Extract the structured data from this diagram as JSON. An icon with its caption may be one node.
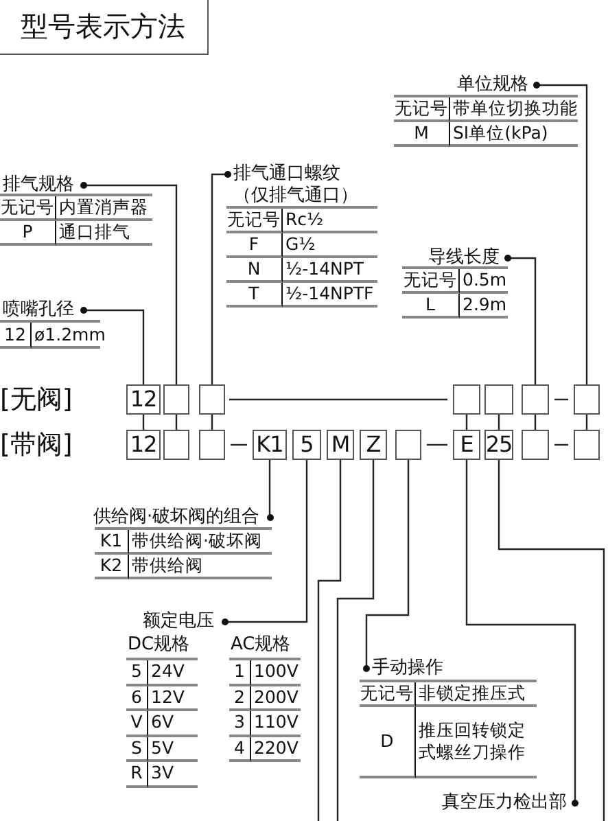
{
  "diagram": {
    "nodes": [
      {
        "text": [
          "型号表示方法"
        ]
      },
      {
        "text": [
          "单位规格"
        ]
      },
      {
        "text": [
          "排气规格"
        ]
      },
      {
        "text": [
          "排气通口螺纹",
          "（仅排气通口）"
        ]
      },
      {
        "text": [
          "导线长度"
        ]
      },
      {
        "text": [
          "喷嘴孔径"
        ]
      },
      {
        "text": [
          "12"
        ]
      },
      {
        "text": [],
        "shape": "box"
      },
      {
        "text": [],
        "shape": "box"
      },
      {
        "text": [],
        "shape": "box"
      },
      {
        "text": [],
        "shape": "box"
      },
      {
        "text": [],
        "shape": "box"
      },
      {
        "text": [],
        "shape": "box"
      },
      {
        "text": [
          "12"
        ]
      },
      {
        "text": [],
        "shape": "box"
      },
      {
        "text": [],
        "shape": "box"
      },
      {
        "text": [
          "K1"
        ]
      },
      {
        "text": [
          "5"
        ]
      },
      {
        "text": [
          "M"
        ]
      },
      {
        "text": [
          "Z"
        ]
      },
      {
        "text": [],
        "shape": "box"
      },
      {
        "text": [
          "E"
        ]
      },
      {
        "text": [
          "25"
        ]
      },
      {
        "text": [],
        "shape": "box"
      },
      {
        "text": [],
        "shape": "box"
      },
      {
        "text": [
          "供给阀·破坏阀的组合"
        ]
      },
      {
        "text": [
          "额定电压"
        ]
      },
      {
        "text": [
          "手动操作"
        ]
      },
      {
        "text": [
          "真空压力检出部"
        ]
      }
    ],
    "edges": [
      {
        "from": 1,
        "to": 12,
        "arrow": "other"
      },
      {
        "from": 2,
        "to": 7,
        "arrow": "other"
      },
      {
        "from": 3,
        "to": 8,
        "arrow": "other"
      },
      {
        "from": 4,
        "to": 11,
        "arrow": "other"
      },
      {
        "from": 5,
        "to": 6,
        "arrow": "other"
      },
      {
        "from": 25,
        "to": 16,
        "arrow": "other"
      },
      {
        "from": 26,
        "to": 17,
        "arrow": "other"
      },
      {
        "from": 27,
        "to": 20,
        "arrow": "other"
      },
      {
        "from": 28,
        "to": 21,
        "arrow": "other"
      },
      {
        "from": null,
        "to": 18,
        "arrow": "none"
      },
      {
        "from": null,
        "to": 19,
        "arrow": "none"
      },
      {
        "from": null,
        "to": 22,
        "arrow": "none"
      },
      {
        "from": 6,
        "to": 13,
        "arrow": "none"
      },
      {
        "from": 7,
        "to": 14,
        "arrow": "none"
      },
      {
        "from": 8,
        "to": 15,
        "arrow": "none"
      },
      {
        "from": 9,
        "to": 21,
        "arrow": "none"
      },
      {
        "from": 10,
        "to": 22,
        "arrow": "none"
      },
      {
        "from": 11,
        "to": 23,
        "arrow": "none"
      },
      {
        "from": 12,
        "to": 24,
        "arrow": "none"
      },
      {
        "from": 8,
        "to": 9,
        "arrow": "none"
      },
      {
        "from": 11,
        "to": 12,
        "arrow": "none"
      },
      {
        "from": 15,
        "to": 16,
        "arrow": "none"
      },
      {
        "from": 20,
        "to": 21,
        "arrow": "none"
      },
      {
        "from": 23,
        "to": 24,
        "arrow": "none"
      }
    ],
    "labels": [
      "无记号",
      "带单位切换功能",
      "M",
      "SI单位(kPa)",
      "无记号",
      "内置消声器",
      "P",
      "通口排气",
      "无记号",
      "Rc½",
      "F",
      "G½",
      "N",
      "½-14NPT",
      "T",
      "½-14NPTF",
      "无记号",
      "0.5m",
      "L",
      "2.9m",
      "12",
      "ø1.2mm",
      "[无阀]",
      "[带阀]",
      "K1",
      "带供给阀·破坏阀",
      "K2",
      "带供给阀",
      "DC规格",
      "5",
      "24V",
      "6",
      "12V",
      "V",
      "6V",
      "S",
      "5V",
      "R",
      "3V",
      "AC规格",
      "1",
      "100V",
      "2",
      "200V",
      "3",
      "110V",
      "4",
      "220V",
      "无记号",
      "非锁定推压式",
      "D",
      "推压回转锁定式螺丝刀操作"
    ]
  }
}
